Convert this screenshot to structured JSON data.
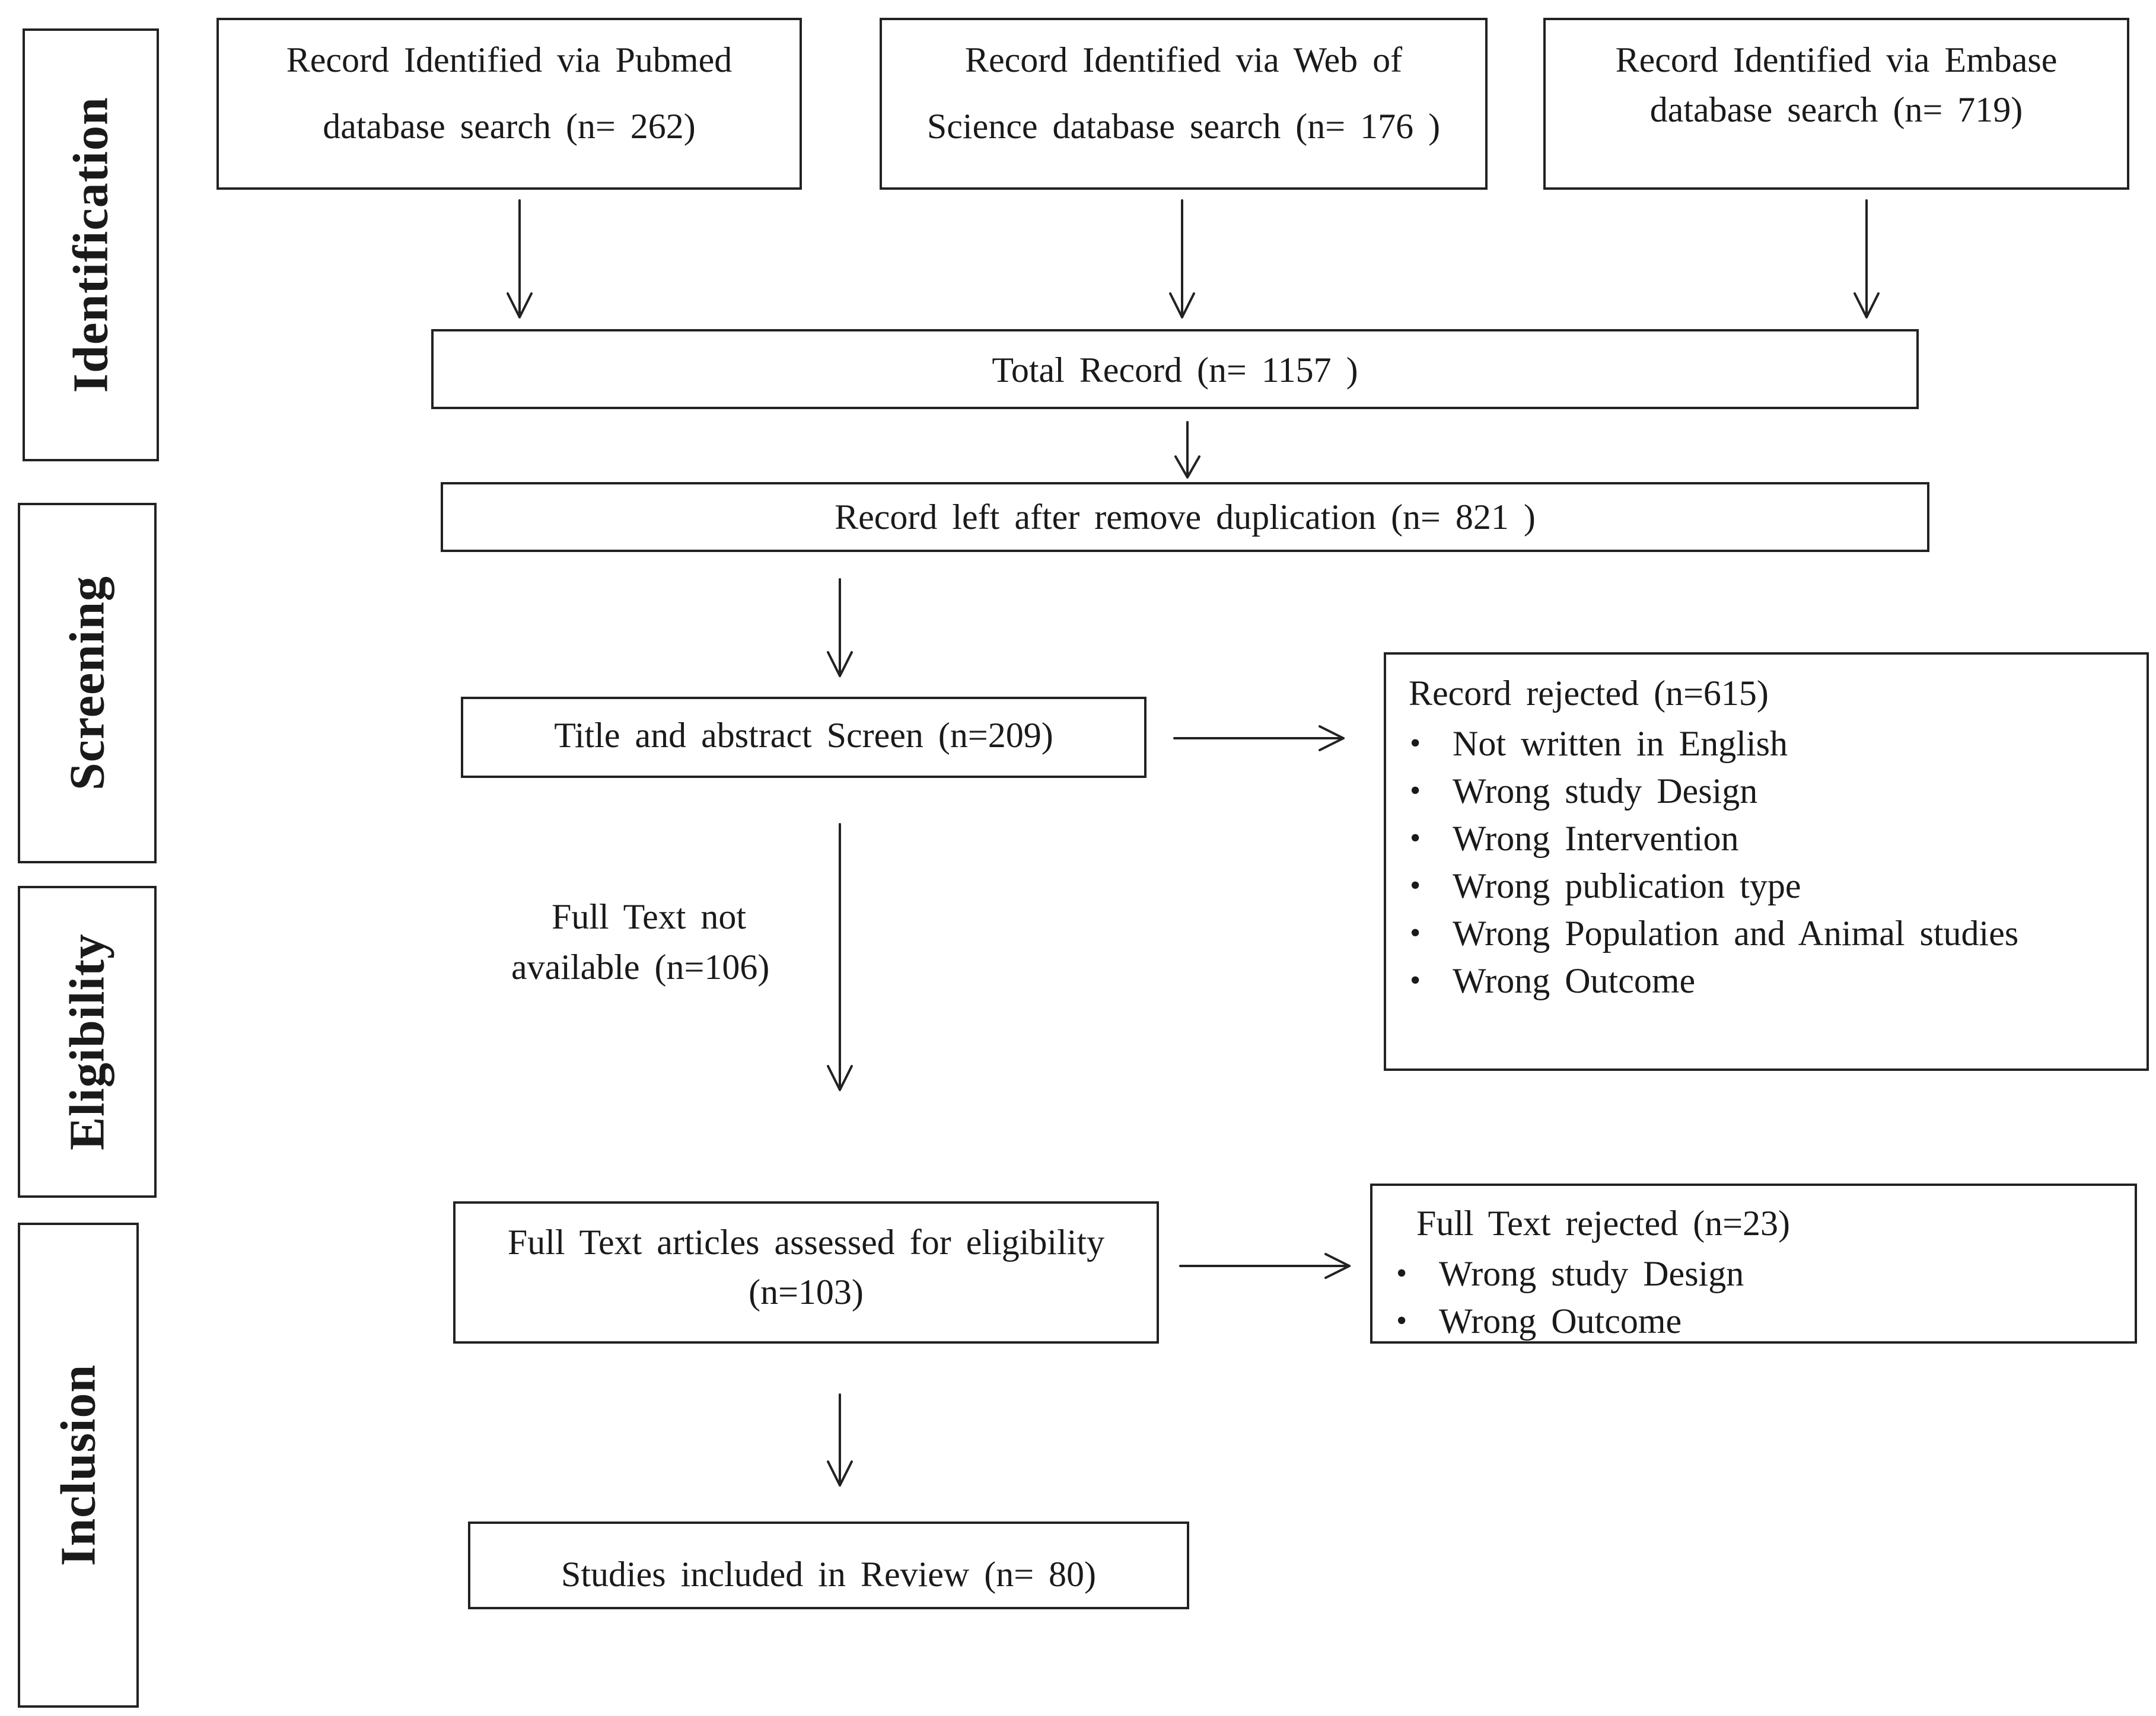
{
  "phases": {
    "identification": "Identification",
    "screening": "Screening",
    "eligibility": "Eligibility",
    "inclusion": "Inclusion"
  },
  "sources": {
    "pubmed": {
      "line1": "Record Identified  via  Pubmed",
      "line2": "database search  (n= 262)"
    },
    "wos": {
      "line1": "Record Identified  via  Web of",
      "line2": "Science  database search  (n= 176 )"
    },
    "embase": {
      "line1": "Record Identified  via  Embase",
      "line2": "database search  (n= 719)"
    }
  },
  "total": "Total Record (n= 1157 )",
  "dedup": "Record left  after remove  duplication  (n= 821 )",
  "title_screen": "Title  and abstract Screen  (n=209)",
  "record_rejected": {
    "title": "Record rejected (n=615)",
    "items": [
      "Not written  in English",
      "Wrong  study Design",
      "Wrong   Intervention",
      "Wrong publication  type",
      "Wrong Population  and Animal  studies",
      "Wrong  Outcome"
    ]
  },
  "full_text_not_available": {
    "line1": "Full  Text not",
    "line2": "available  (n=106)"
  },
  "full_text_assessed": {
    "line1": "Full  Text articles  assessed for eligibility",
    "line2": "(n=103)"
  },
  "full_text_rejected": {
    "title": "Full  Text rejected  (n=23)",
    "items": [
      "Wrong  study Design",
      "Wrong  Outcome"
    ]
  },
  "included": "Studies  included  in  Review  (n= 80)"
}
